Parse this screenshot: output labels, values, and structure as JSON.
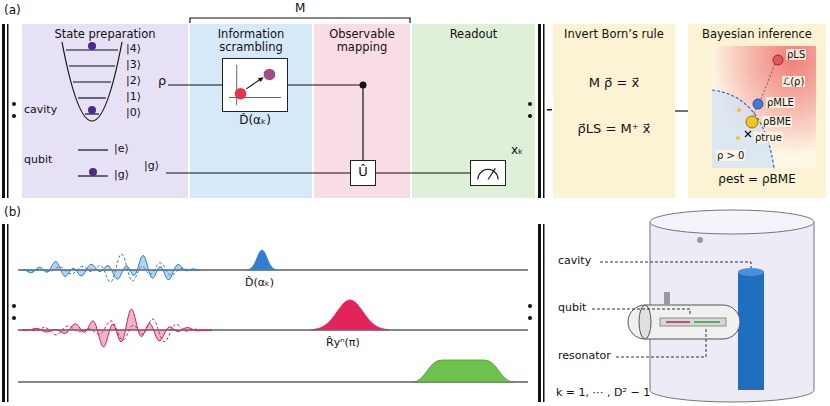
{
  "diagram": {
    "nodes": [
      {
        "text": [
          "State preparation"
        ]
      },
      {
        "text": [
          "Information scrambling"
        ]
      },
      {
        "text": [
          "D̂(αₖ)"
        ],
        "in": 1
      },
      {
        "text": [
          "Observable mapping"
        ]
      },
      {
        "text": [
          "Û"
        ],
        "in": 3
      },
      {
        "text": [
          "Readout"
        ]
      },
      {
        "text": [
          "xₖ"
        ],
        "in": 5
      },
      {
        "text": [
          "Invert Born’s rule",
          "M ρ⃗ = x⃗",
          "ρ⃗LS = M⁺ x⃗"
        ]
      },
      {
        "text": [
          "Bayesian inference",
          "ρest = ρBME"
        ]
      },
      {
        "text": [
          "ℒ(ρ)",
          "ρLS",
          "ρMLE",
          "ρBME",
          "ρtrue",
          "ρ > 0"
        ],
        "in": 8
      }
    ],
    "edges": [
      {
        "from": 2,
        "to": 4,
        "arrow": "none"
      },
      {
        "from": 4,
        "to": 6,
        "arrow": "none"
      },
      {
        "from": 7,
        "to": 8,
        "arrow": "none"
      }
    ],
    "labels": [
      "(a)",
      "M",
      "cavity",
      "qubit",
      "|4⟩",
      "|3⟩",
      "|2⟩",
      "|1⟩",
      "|0⟩",
      "|e⟩",
      "|g⟩",
      "ρ",
      "|g⟩",
      "(b)",
      "D̂(αₖ)",
      "R̂yⁿ(π)",
      "cavity",
      "qubit",
      "resonator",
      "k = 1, ⋯ , D² − 1"
    ]
  }
}
